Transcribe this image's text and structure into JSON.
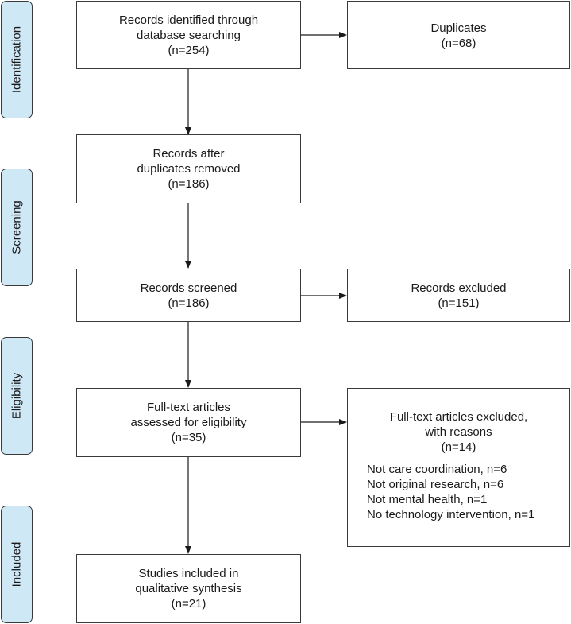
{
  "phases": {
    "identification": "Identification",
    "screening": "Screening",
    "eligibility": "Eligibility",
    "included": "Included"
  },
  "boxes": {
    "identified": {
      "lines": [
        "Records identified through",
        "database searching",
        "(n=254)"
      ]
    },
    "duplicates": {
      "lines": [
        "Duplicates",
        "(n=68)"
      ]
    },
    "after_duplicates": {
      "lines": [
        "Records after",
        "duplicates removed",
        "(n=186)"
      ]
    },
    "screened": {
      "lines": [
        "Records screened",
        "(n=186)"
      ]
    },
    "excluded": {
      "lines": [
        "Records excluded",
        "(n=151)"
      ]
    },
    "fulltext_assessed": {
      "lines": [
        "Full-text articles",
        "assessed for eligibility",
        "(n=35)"
      ]
    },
    "fulltext_excluded": {
      "lines": [
        "Full-text articles excluded,",
        "with reasons",
        "(n=14)"
      ],
      "reasons": [
        "Not care coordination, n=6",
        "Not original research, n=6",
        "Not mental health, n=1",
        "No technology intervention, n=1"
      ]
    },
    "included": {
      "lines": [
        "Studies included in",
        "qualitative synthesis",
        "(n=21)"
      ]
    }
  }
}
